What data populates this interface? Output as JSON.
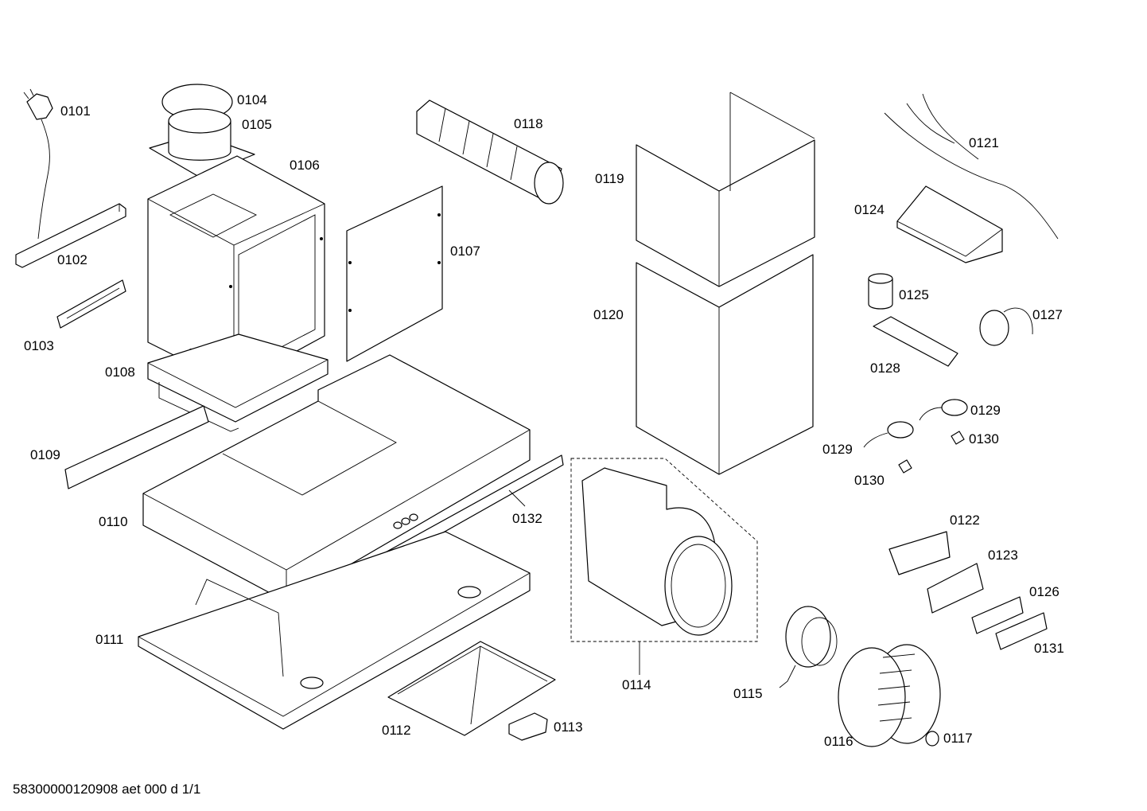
{
  "labels": {
    "p0101": "0101",
    "p0102": "0102",
    "p0103": "0103",
    "p0104": "0104",
    "p0105": "0105",
    "p0106": "0106",
    "p0107": "0107",
    "p0108": "0108",
    "p0109": "0109",
    "p0110": "0110",
    "p0111": "0111",
    "p0112": "0112",
    "p0113": "0113",
    "p0114": "0114",
    "p0115": "0115",
    "p0116": "0116",
    "p0117": "0117",
    "p0118": "0118",
    "p0119": "0119",
    "p0120": "0120",
    "p0121": "0121",
    "p0122": "0122",
    "p0123": "0123",
    "p0124": "0124",
    "p0125": "0125",
    "p0126": "0126",
    "p0127": "0127",
    "p0128": "0128",
    "p0129a": "0129",
    "p0129b": "0129",
    "p0130a": "0130",
    "p0130b": "0130",
    "p0131": "0131",
    "p0132": "0132"
  },
  "footer": {
    "document_code": "58300000120908 aet 000 d 1/1"
  }
}
